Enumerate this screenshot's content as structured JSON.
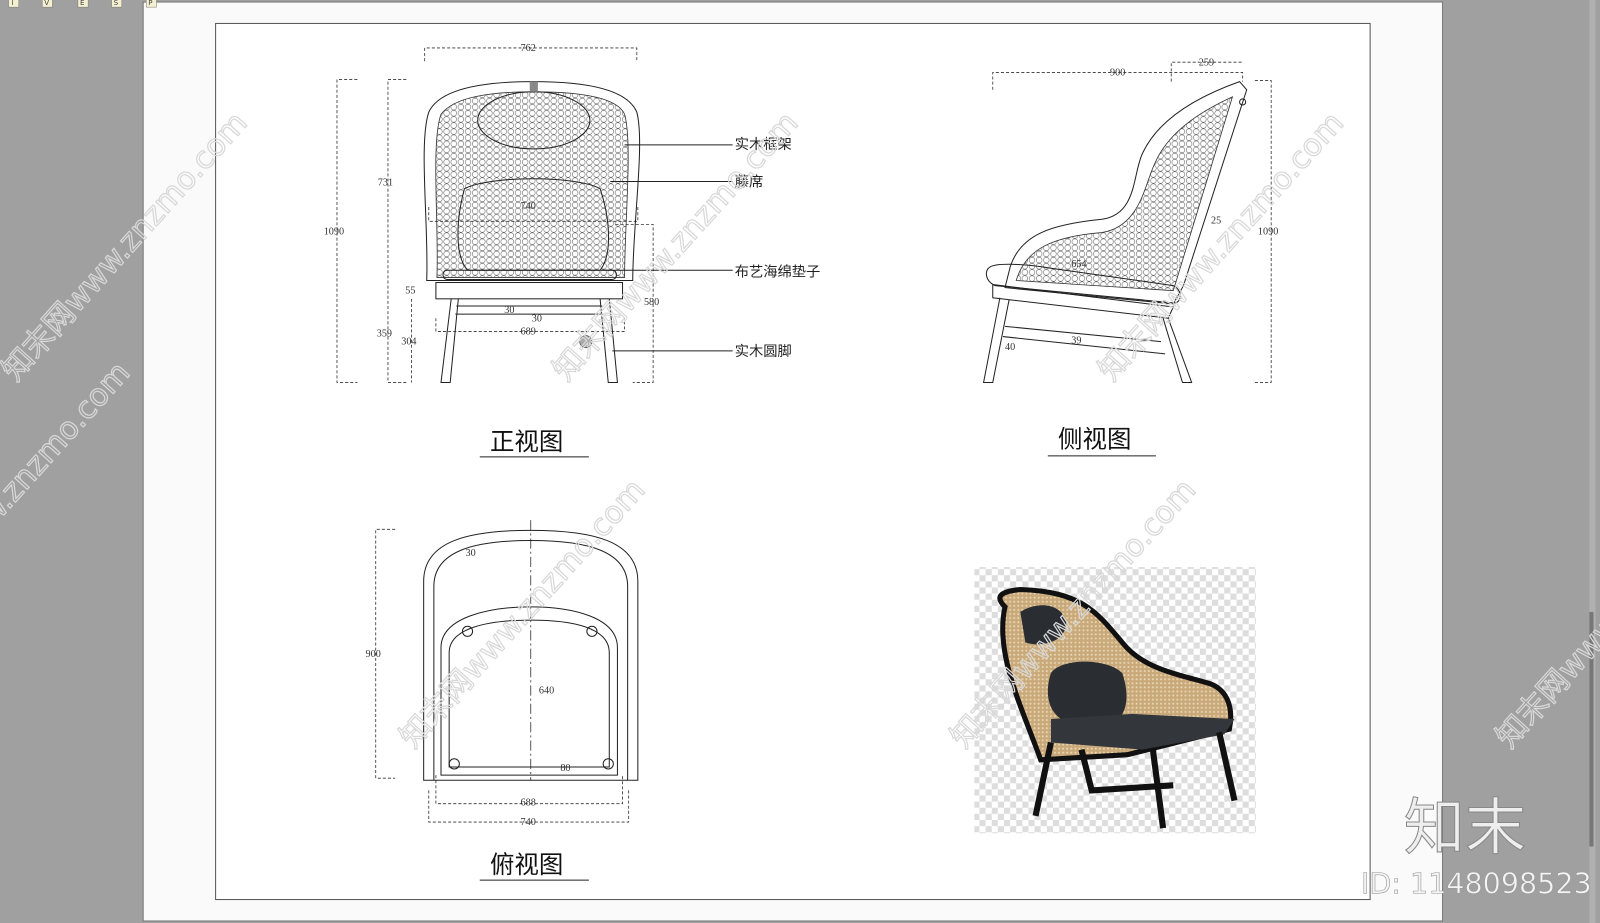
{
  "toolbar": {
    "tabs": [
      "I",
      "V",
      "E",
      "S",
      "P"
    ]
  },
  "front_view": {
    "title": "正视图",
    "dims": [
      "762",
      "1090",
      "731",
      "740",
      "55",
      "580",
      "30",
      "30",
      "689",
      "359",
      "304"
    ],
    "callouts": [
      "实木框架",
      "藤席",
      "布艺海绵垫子",
      "实木圆脚"
    ]
  },
  "side_view": {
    "title": "侧视图",
    "dims": [
      "900",
      "259",
      "25",
      "1090",
      "654",
      "39",
      "40"
    ]
  },
  "top_view": {
    "title": "俯视图",
    "dims": [
      "30",
      "900",
      "640",
      "80",
      "688",
      "740"
    ]
  },
  "watermark": {
    "text": "知末网www.znzmo.com"
  },
  "brand": {
    "logo": "知末",
    "id_text": "ID: 1148098523"
  },
  "colors": {
    "background": "#a0a0a0",
    "page": "#ffffff",
    "rattan": "#c8a878",
    "frame": "#1a1a1a"
  }
}
